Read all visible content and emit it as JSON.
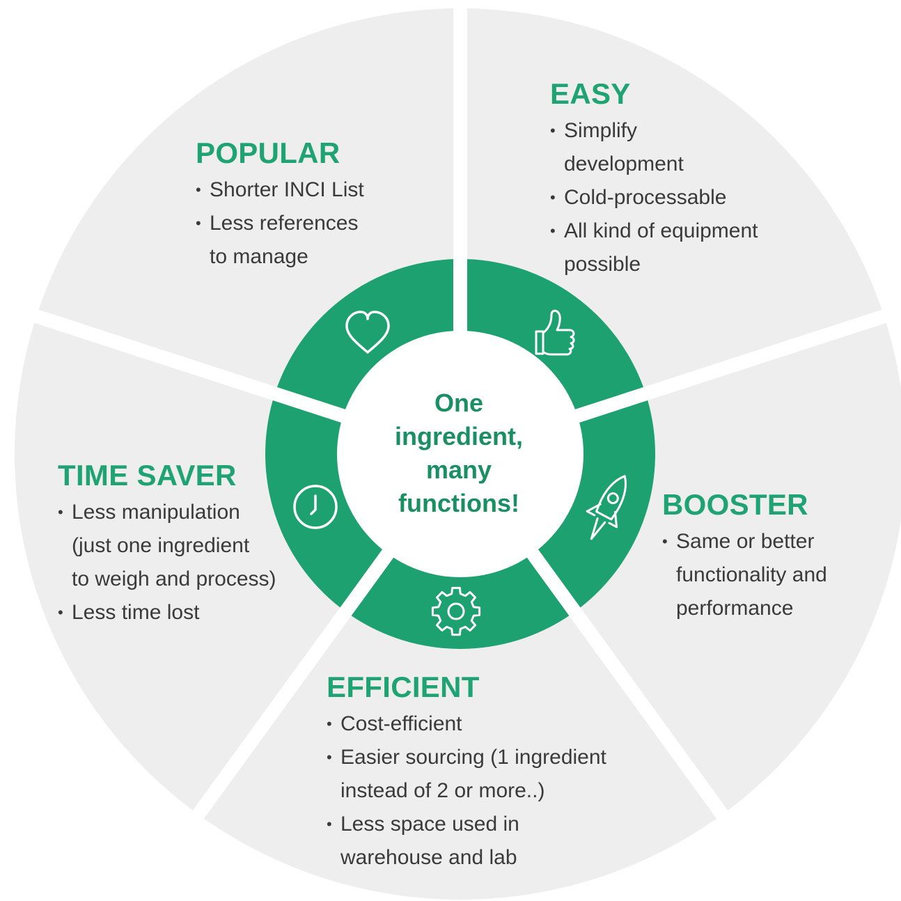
{
  "colors": {
    "accent": "#1fa374",
    "ring": "#1ea171",
    "segment": "#eeeeee",
    "text": "#3a3a3a"
  },
  "center": {
    "lines": [
      "One",
      "ingredient,",
      "many",
      "functions!"
    ]
  },
  "sections": {
    "popular": {
      "title": "POPULAR",
      "icon": "heart-icon",
      "items": [
        "Shorter INCI List",
        "Less references\nto manage"
      ]
    },
    "easy": {
      "title": "EASY",
      "icon": "thumbs-up-icon",
      "items": [
        "Simplify\ndevelopment",
        "Cold-processable",
        "All kind of equipment\npossible"
      ]
    },
    "booster": {
      "title": "BOOSTER",
      "icon": "rocket-icon",
      "items": [
        "Same or better\nfunctionality and\nperformance"
      ]
    },
    "efficient": {
      "title": "EFFICIENT",
      "icon": "gear-icon",
      "items": [
        "Cost-efficient",
        "Easier sourcing (1 ingredient\ninstead of 2 or more..)",
        "Less space used in\nwarehouse and lab"
      ]
    },
    "time_saver": {
      "title": "TIME SAVER",
      "icon": "clock-icon",
      "items": [
        "Less manipulation\n(just one ingredient\nto weigh and process)",
        "Less time lost"
      ]
    }
  }
}
